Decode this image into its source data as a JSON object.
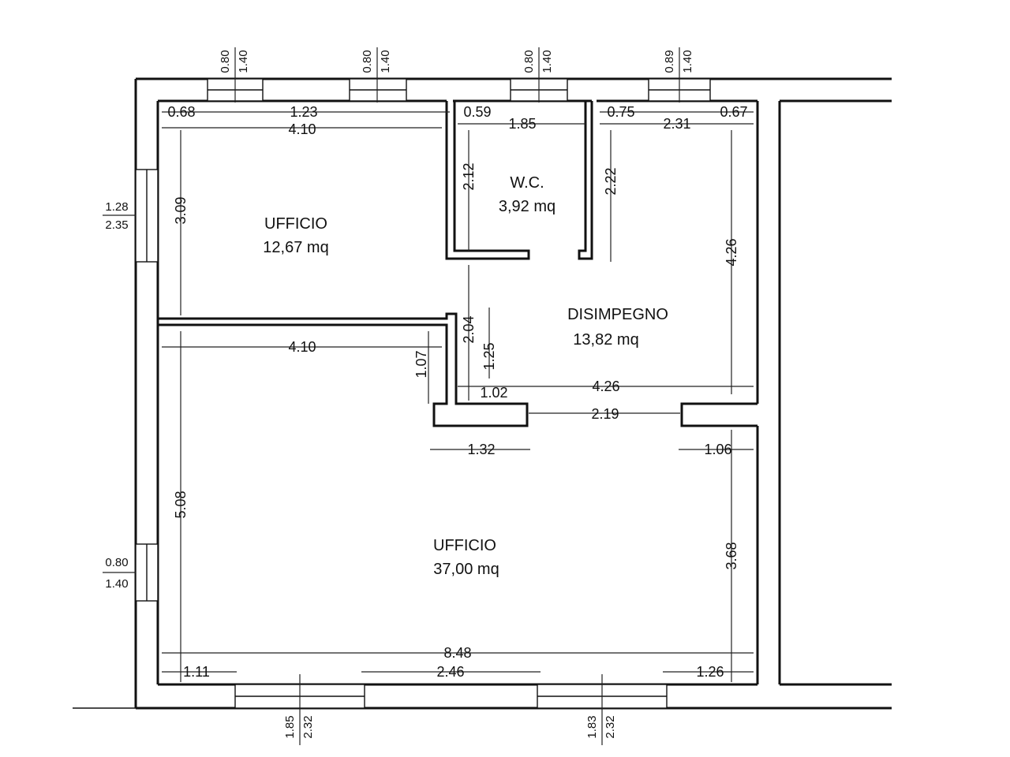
{
  "rooms": {
    "office_top": {
      "name": "UFFICIO",
      "area": "12,67 mq"
    },
    "wc": {
      "name": "W.C.",
      "area": "3,92 mq"
    },
    "hall": {
      "name": "DISIMPEGNO",
      "area": "13,82 mq"
    },
    "office_bottom": {
      "name": "UFFICIO",
      "area": "37,00 mq"
    }
  },
  "dimensions": {
    "top_068": "0.68",
    "top_123": "1.23",
    "top_410": "4.10",
    "top_059": "0.59",
    "top_185": "1.85",
    "top_075": "0.75",
    "top_231": "2.31",
    "top_067": "0.67",
    "left_309": "3.09",
    "wc_212": "2.12",
    "hall_222": "2.22",
    "right_426": "4.26",
    "mid_410": "4.10",
    "v_204": "2.04",
    "v_125": "1.25",
    "v_107": "1.07",
    "h_102": "1.02",
    "h_426": "4.26",
    "h_219": "2.19",
    "h_132": "1.32",
    "h_106": "1.06",
    "left_508": "5.08",
    "right_368": "3.68",
    "bot_848": "8.48",
    "bot_111": "1.11",
    "bot_246": "2.46",
    "bot_126": "1.26"
  },
  "windows": {
    "top1": [
      "0.80",
      "1.40"
    ],
    "top2": [
      "0.80",
      "1.40"
    ],
    "top3": [
      "0.80",
      "1.40"
    ],
    "top4": [
      "0.89",
      "1.40"
    ],
    "left1": [
      "1.28",
      "2.35"
    ],
    "left2": [
      "0.80",
      "1.40"
    ],
    "bottom1": [
      "1.85",
      "2.32"
    ],
    "bottom2": [
      "1.83",
      "2.32"
    ]
  }
}
